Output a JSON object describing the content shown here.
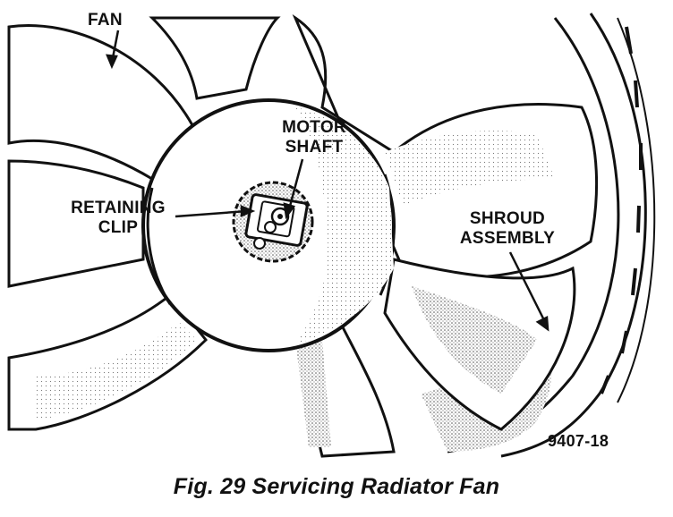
{
  "figure": {
    "caption": "Fig. 29 Servicing Radiator Fan",
    "part_number": "9407-18"
  },
  "callouts": {
    "fan": "FAN",
    "motor_shaft": [
      "MOTOR",
      "SHAFT"
    ],
    "retaining_clip": [
      "RETAINING",
      "CLIP"
    ],
    "shroud_assembly": [
      "SHROUD",
      "ASSEMBLY"
    ]
  },
  "colors": {
    "ink": "#111111",
    "paper": "#ffffff",
    "shade": "#888888"
  }
}
